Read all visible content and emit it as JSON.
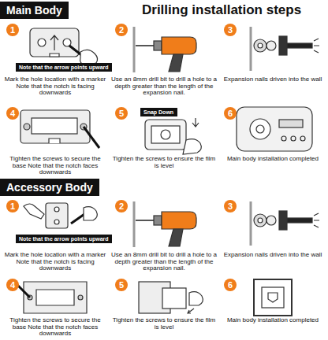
{
  "diagram": {
    "title": "Drilling installation steps",
    "nodes": [
      {
        "text": [
          "Main Body"
        ]
      },
      {
        "text": [
          "1"
        ]
      },
      {
        "text": [
          "Note that the arrow points upward"
        ]
      },
      {
        "text": [
          "2"
        ]
      },
      {
        "text": [
          "3"
        ]
      },
      {
        "text": [
          "4"
        ]
      },
      {
        "text": [
          "5"
        ]
      },
      {
        "text": [
          "Snap Down"
        ]
      },
      {
        "text": [
          "6"
        ]
      },
      {
        "text": [
          "Accessory Body"
        ]
      },
      {
        "text": [
          "1"
        ]
      },
      {
        "text": [
          "Note that the arrow points upward"
        ]
      },
      {
        "text": [
          "2"
        ]
      },
      {
        "text": [
          "3"
        ]
      },
      {
        "text": [
          "4"
        ]
      },
      {
        "text": [
          "5"
        ]
      },
      {
        "text": [
          "6"
        ]
      }
    ],
    "labels": [
      "Mark the hole location with a marker Note that the notch is facing downwards",
      "Use an 8mm drill bit to drill a hole to a depth greater than the length of the expansion nail.",
      "Expansion nails driven into the wall",
      "Tighten the screws to secure the base Note that the notch faces downwards",
      "Tighten the screws to ensure the film is level",
      "Main body installation completed",
      "Mark the hole location with a marker Note that the notch is facing downwards",
      "Use an 8mm drill bit to drill a hole to a depth greater than the length of the expansion nail.",
      "Expansion nails driven into the wall",
      "Tighten the screws to secure the base Note that the notch faces downwards",
      "Tighten the screws to ensure the film is level",
      "Main body installation completed"
    ]
  }
}
